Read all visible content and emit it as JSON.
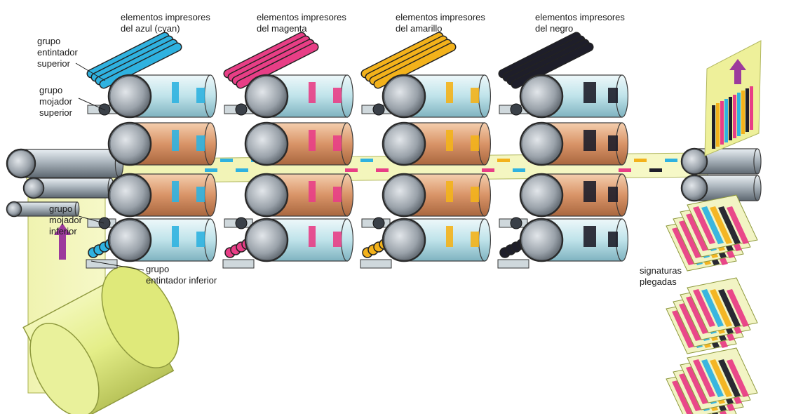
{
  "labels": {
    "unit_cyan": [
      "elementos impresores",
      "del azul (cyan)"
    ],
    "unit_magenta": [
      "elementos impresores",
      "del magenta"
    ],
    "unit_yellow": [
      "elementos impresores",
      "del amarillo"
    ],
    "unit_black": [
      "elementos impresores",
      "del negro"
    ],
    "inking_upper": [
      "grupo",
      "entintador",
      "superior"
    ],
    "damping_upper": [
      "grupo",
      "mojador",
      "superior"
    ],
    "damping_lower": [
      "grupo",
      "mojador",
      "inferior"
    ],
    "inking_lower": [
      "grupo",
      "entintador inferior"
    ],
    "signatures": [
      "signaturas",
      "plegadas"
    ]
  },
  "colors": {
    "cyan": "#2fb2e0",
    "magenta": "#e83e86",
    "yellow": "#f3b21b",
    "black": "#1e1e2a",
    "web": "#eef0a6",
    "paper_roll": "#e4ee88",
    "blanket": "#d99468",
    "plate": "#bfe3ea",
    "steel": "#9aa4ad"
  },
  "units": [
    {
      "name": "cyan",
      "ink": "#2fb2e0"
    },
    {
      "name": "magenta",
      "ink": "#e83e86"
    },
    {
      "name": "yellow",
      "ink": "#f3b21b"
    },
    {
      "name": "black",
      "ink": "#1e1e2a"
    }
  ],
  "output_arrow_icon": "arrow-up-icon",
  "feed_arrow_icon": "arrow-up-icon"
}
